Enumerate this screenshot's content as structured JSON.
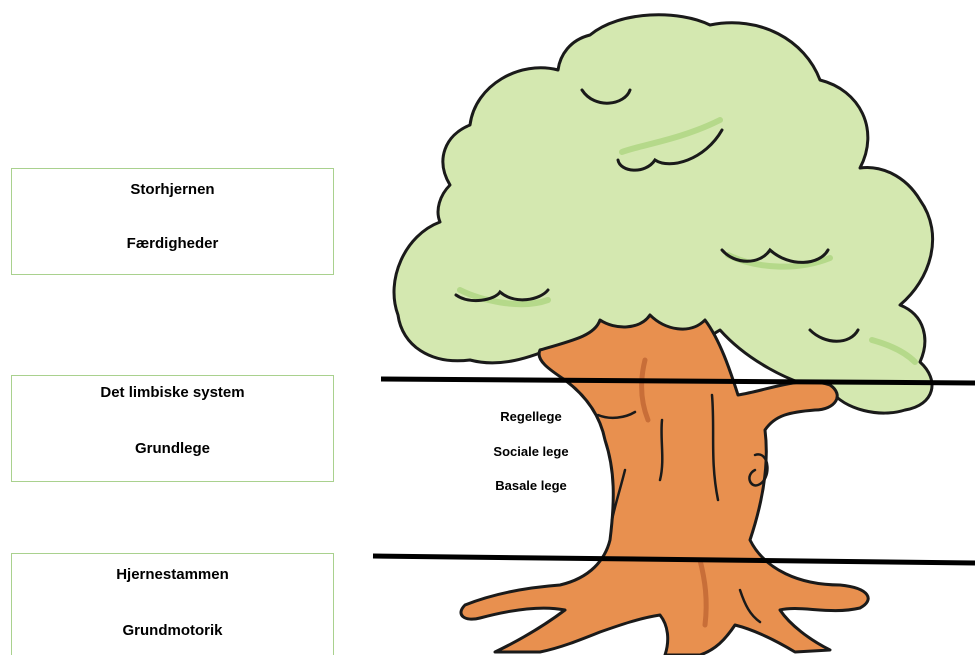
{
  "boxes": {
    "top": {
      "title": "Storhjernen",
      "subtitle": "Færdigheder"
    },
    "middle": {
      "title": "Det limbiske system",
      "subtitle": "Grundlege"
    },
    "bottom": {
      "title": "Hjernestammen",
      "subtitle": "Grundmotorik"
    }
  },
  "play_types": [
    "Regellege",
    "Sociale lege",
    "Basale lege"
  ],
  "colors": {
    "box_border": "#a9d18e",
    "canopy_fill": "#d4e8b0",
    "canopy_shade": "#b5d98a",
    "trunk_fill": "#e8904f",
    "trunk_shade": "#c86e38",
    "outline": "#1a1a1a",
    "divider": "#000000"
  }
}
